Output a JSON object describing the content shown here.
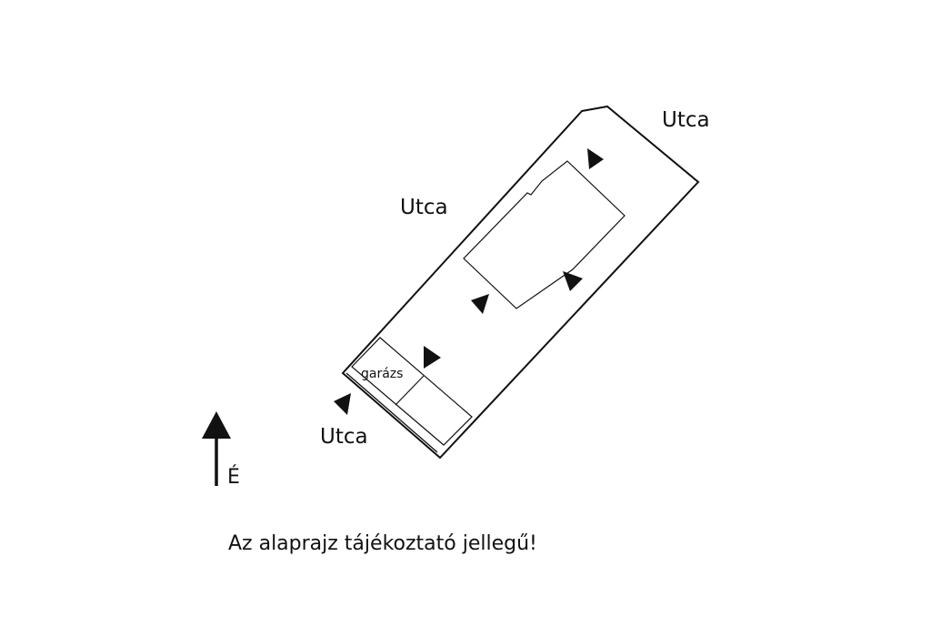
{
  "labels": {
    "street_northeast": "Utca",
    "street_northwest": "Utca",
    "street_southwest": "Utca",
    "garage": "garázs",
    "north": "É",
    "disclaimer": "Az alaprajz tájékoztató jellegű!"
  },
  "colors": {
    "ink": "#111111",
    "background": "#ffffff"
  },
  "icons": [
    "north-arrow-icon",
    "view-direction-arrow-icon"
  ]
}
